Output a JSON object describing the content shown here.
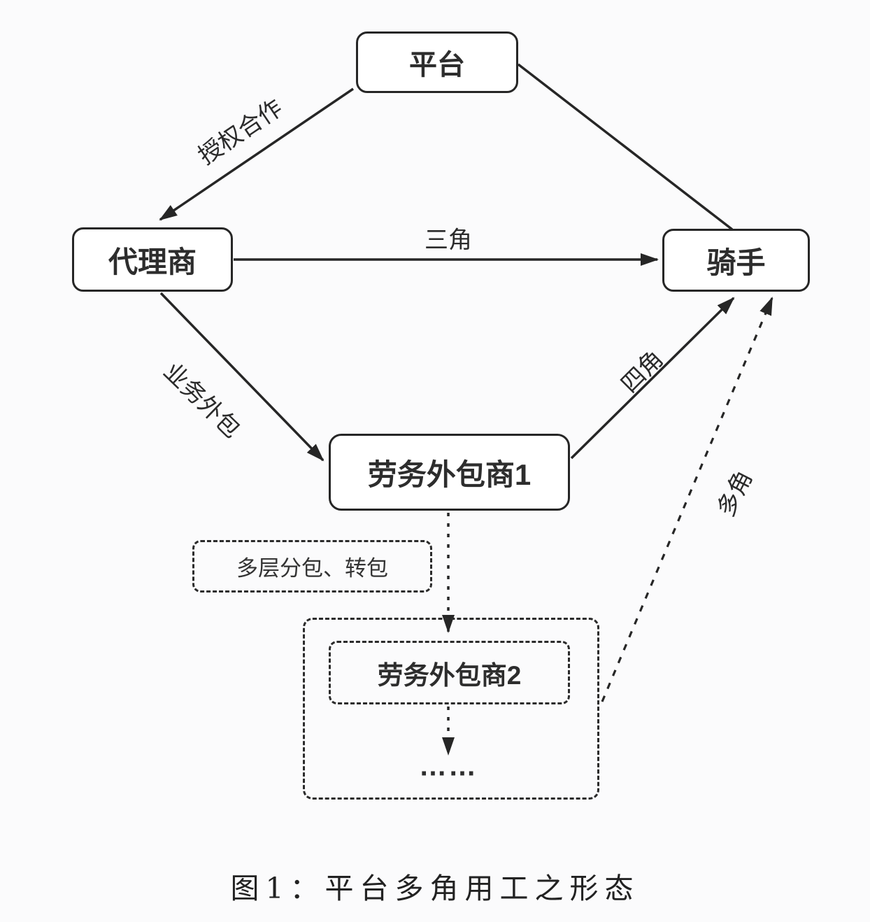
{
  "colors": {
    "background": "#fbfbfc",
    "ink": "#262626",
    "box_fill": "#ffffff",
    "text": "#2d2d2d"
  },
  "nodes": {
    "platform": {
      "label": "平台"
    },
    "agent": {
      "label": "代理商"
    },
    "rider": {
      "label": "骑手"
    },
    "outsourcer1": {
      "label": "劳务外包商1"
    },
    "subcontract_note": {
      "label": "多层分包、转包"
    },
    "outsourcer2": {
      "label": "劳务外包商2"
    },
    "ellipsis": {
      "label": "……"
    }
  },
  "edge_labels": {
    "authorized_cooperation": "授权合作",
    "triangle": "三角",
    "business_outsourcing": "业务外包",
    "four_corner": "四角",
    "multi_corner": "多角"
  },
  "caption": "图1：平台多角用工之形态"
}
